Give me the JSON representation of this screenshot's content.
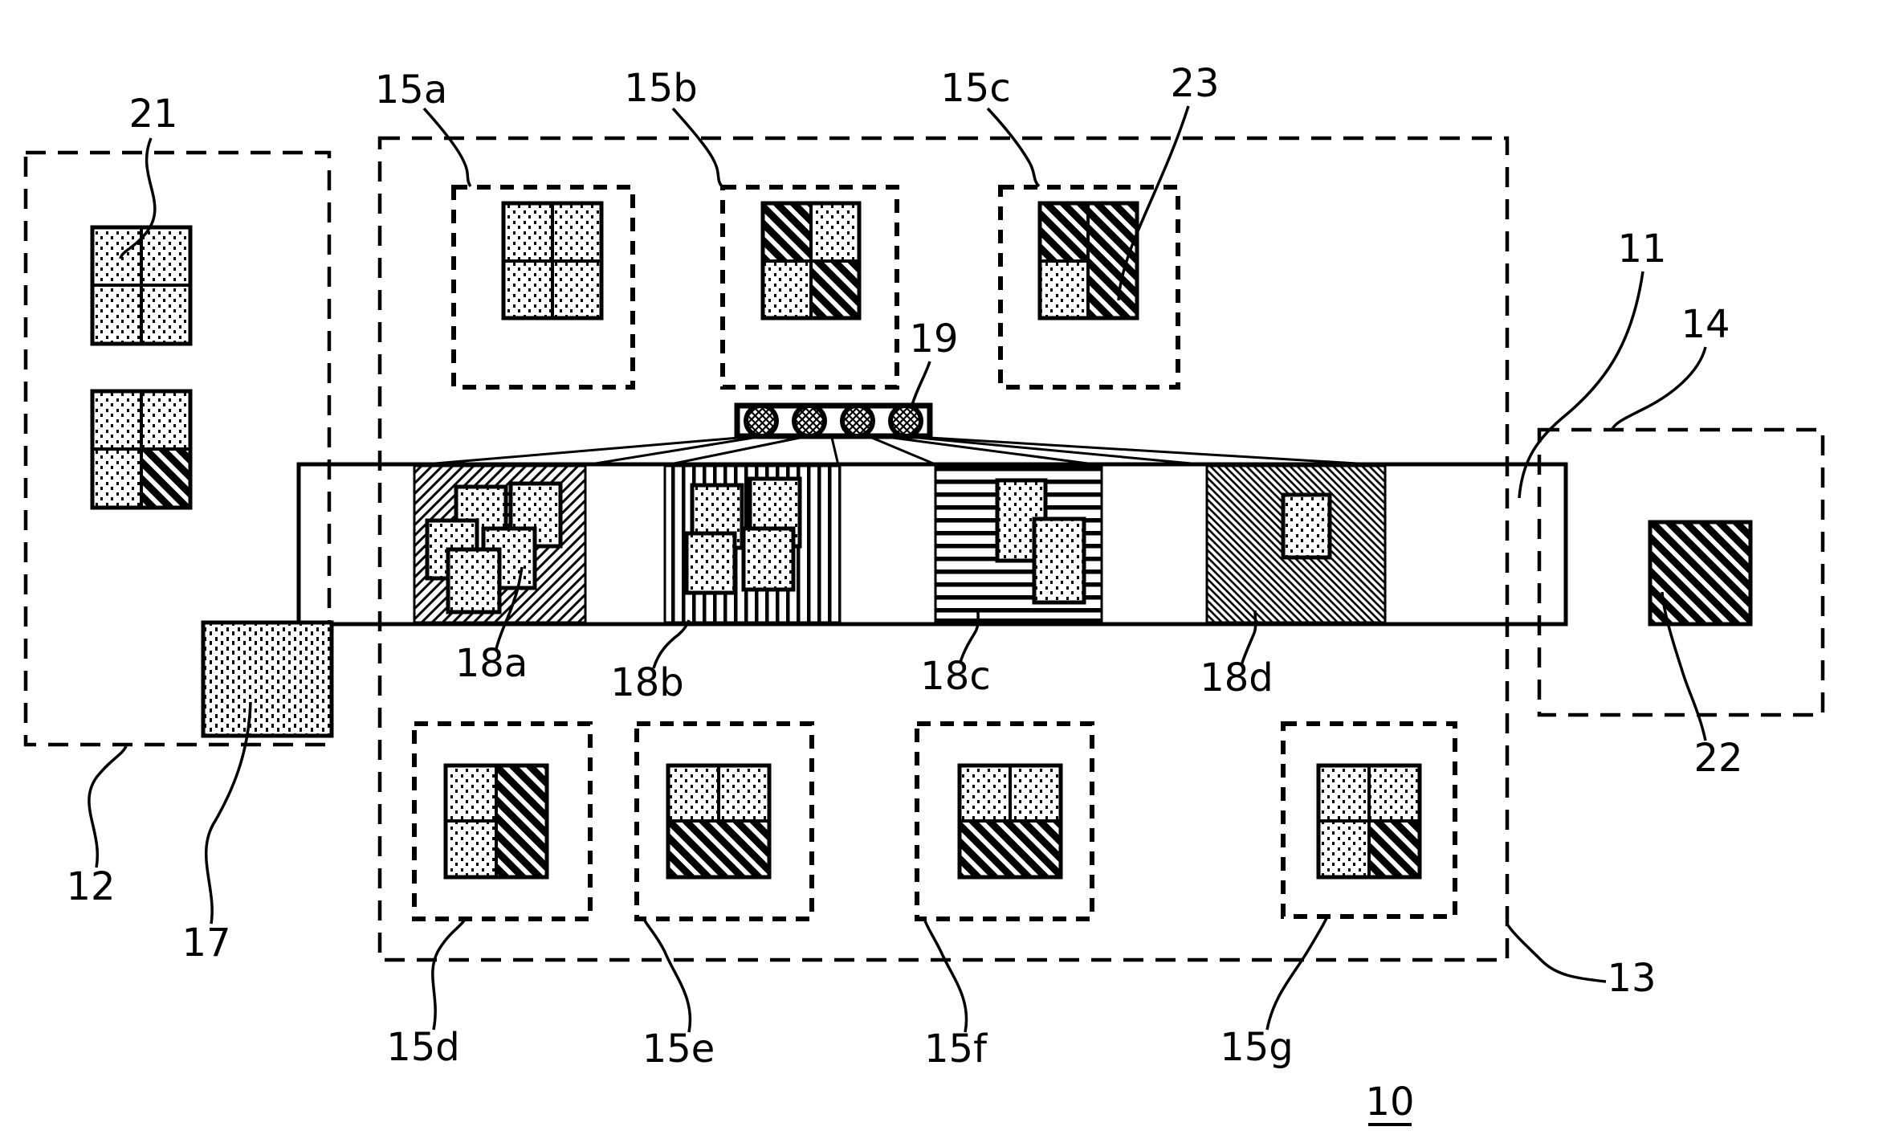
{
  "figure": {
    "title": "Patent schematic figure",
    "figure_number": "10",
    "background_color": "#ffffff",
    "line_color": "#000000"
  },
  "labels": {
    "n10": "10",
    "n11": "11",
    "n12": "12",
    "n13": "13",
    "n14": "14",
    "n15a": "15a",
    "n15b": "15b",
    "n15c": "15c",
    "n15d": "15d",
    "n15e": "15e",
    "n15f": "15f",
    "n15g": "15g",
    "n17": "17",
    "n18a": "18a",
    "n18b": "18b",
    "n18c": "18c",
    "n18d": "18d",
    "n19": "19",
    "n21": "21",
    "n22": "22",
    "n23": "23"
  },
  "legend": {
    "dotted_fill": "stipple-dot pattern (unexposed regions)",
    "bold_diagonal_fill": "thick backslash hatch (exposed cells)",
    "thin_slash_fill": "thin forward-diagonal hatch (section 18a)",
    "vertical_fill": "vertical line hatch (section 18b)",
    "horizontal_fill": "horizontal line hatch (section 18c)",
    "dense_backslash_fill": "dense backslash hatch (section 18d)",
    "circle_fill": "cross hatch (lens circles 19)"
  }
}
